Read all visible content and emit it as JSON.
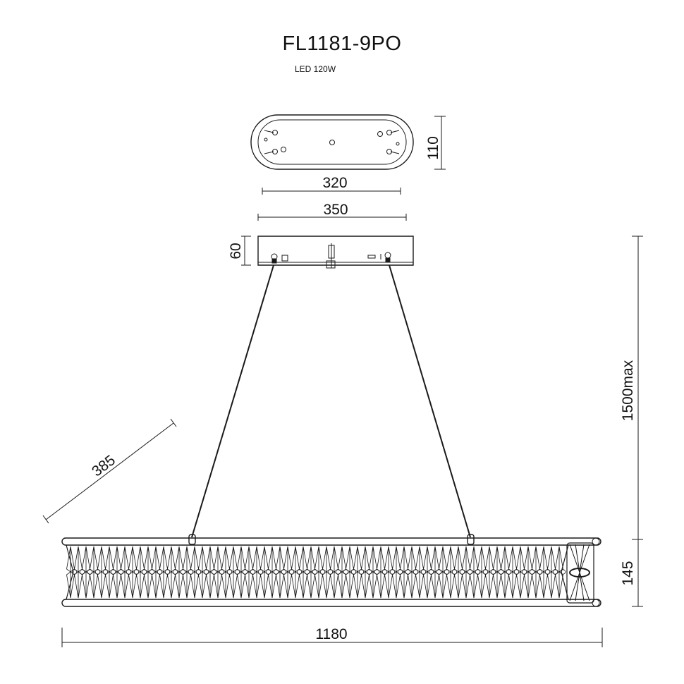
{
  "header": {
    "model": "FL1181-9PO",
    "spec": "LED 120W"
  },
  "dimensions": {
    "canopy_depth": "110",
    "mount_spacing": "320",
    "canopy_length": "350",
    "canopy_height": "60",
    "suspension_height": "1500max",
    "fixture_depth": "385",
    "body_height": "145",
    "overall_length": "1180"
  },
  "colors": {
    "line": "#1a1a1a",
    "background": "#ffffff"
  }
}
